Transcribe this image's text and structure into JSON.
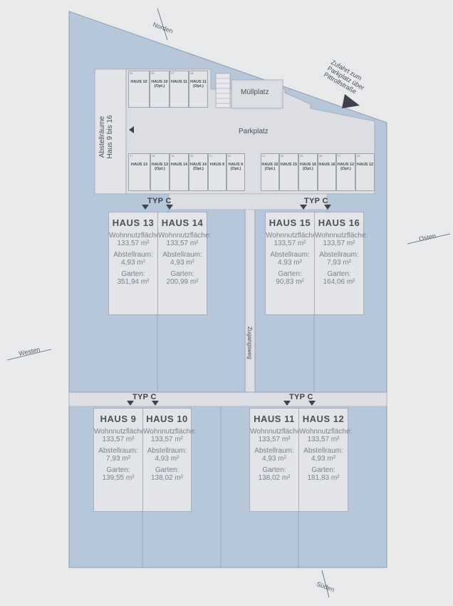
{
  "compass": {
    "north": "Norden",
    "south": "Süden",
    "east": "Osten",
    "west": "Westen"
  },
  "access_note": [
    "Zufahrt zum",
    "Parkplatz über",
    "Pittrolfstraße"
  ],
  "site_labels": {
    "muellplatz": "Müllplatz",
    "parkplatz": "Parkplatz",
    "abstellraeume": [
      "Abstellräume",
      "Haus 9 bis 16"
    ],
    "zugangsweg": "Zugangsweg"
  },
  "typ_label": "TYP C",
  "top_storage": [
    {
      "num": "25",
      "line1": "HAUS 10",
      "line2": ""
    },
    {
      "num": "26",
      "line1": "HAUS 10",
      "line2": "(Opt.)"
    },
    {
      "num": "27",
      "line1": "HAUS 11",
      "line2": ""
    },
    {
      "num": "28",
      "line1": "HAUS 11",
      "line2": "(Opt.)"
    }
  ],
  "lower_left_storage": [
    {
      "num": "17",
      "line1": "HAUS 13",
      "line2": ""
    },
    {
      "num": "18",
      "line1": "HAUS 13",
      "line2": "(Opt.)"
    },
    {
      "num": "19",
      "line1": "HAUS 14",
      "line2": ""
    },
    {
      "num": "20",
      "line1": "HAUS 14",
      "line2": "(Opt.)"
    },
    {
      "num": "21",
      "line1": "HAUS 9",
      "line2": ""
    },
    {
      "num": "22",
      "line1": "HAUS 9",
      "line2": "(Opt.)"
    }
  ],
  "lower_right_storage": [
    {
      "num": "23",
      "line1": "HAUS 15",
      "line2": "(Opt.)"
    },
    {
      "num": "24",
      "line1": "HAUS 15",
      "line2": ""
    },
    {
      "num": "25",
      "line1": "HAUS 16",
      "line2": "(Opt.)"
    },
    {
      "num": "26",
      "line1": "HAUS 16",
      "line2": ""
    },
    {
      "num": "27",
      "line1": "HAUS 12",
      "line2": "(Opt.)"
    },
    {
      "num": "28",
      "line1": "HAUS 12",
      "line2": ""
    }
  ],
  "houses": [
    {
      "name": "HAUS 13",
      "wohn_label": "Wohnnutzfläche:",
      "wohn": "133,57 m²",
      "abstell_label": "Abstellraum:",
      "abstell": "4,93 m²",
      "garten_label": "Garten:",
      "garten": "351,94 m²"
    },
    {
      "name": "HAUS 14",
      "wohn_label": "Wohnnutzfläche:",
      "wohn": "133,57 m²",
      "abstell_label": "Abstellraum:",
      "abstell": "4,93 m²",
      "garten_label": "Garten:",
      "garten": "200,99 m²"
    },
    {
      "name": "HAUS 15",
      "wohn_label": "Wohnnutzfläche:",
      "wohn": "133,57 m²",
      "abstell_label": "Abstellraum:",
      "abstell": "4,93 m²",
      "garten_label": "Garten:",
      "garten": "90,83 m²"
    },
    {
      "name": "HAUS 16",
      "wohn_label": "Wohnnutzfläche:",
      "wohn": "133,57 m²",
      "abstell_label": "Abstellraum:",
      "abstell": "7,93 m²",
      "garten_label": "Garten:",
      "garten": "164,06 m²"
    },
    {
      "name": "HAUS 9",
      "wohn_label": "Wohnnutzfläche:",
      "wohn": "133,57 m²",
      "abstell_label": "Abstellraum:",
      "abstell": "7,93 m²",
      "garten_label": "Garten:",
      "garten": "139,55 m²"
    },
    {
      "name": "HAUS 10",
      "wohn_label": "Wohnnutzfläche:",
      "wohn": "133,57 m²",
      "abstell_label": "Abstellraum:",
      "abstell": "4,93 m²",
      "garten_label": "Garten:",
      "garten": "138,02 m²"
    },
    {
      "name": "HAUS 11",
      "wohn_label": "Wohnnutzfläche:",
      "wohn": "133,57 m²",
      "abstell_label": "Abstellraum:",
      "abstell": "4,93 m²",
      "garten_label": "Garten:",
      "garten": "138,02 m²"
    },
    {
      "name": "HAUS 12",
      "wohn_label": "Wohnnutzfläche:",
      "wohn": "133,57 m²",
      "abstell_label": "Abstellraum:",
      "abstell": "4,93 m²",
      "garten_label": "Garten:",
      "garten": "181,83 m²"
    }
  ],
  "colors": {
    "background": "#e8e9eb",
    "plot": "#b7c7da",
    "paved": "#dcdee3",
    "card": "#e3e4e8",
    "text": "#4a4d55"
  }
}
